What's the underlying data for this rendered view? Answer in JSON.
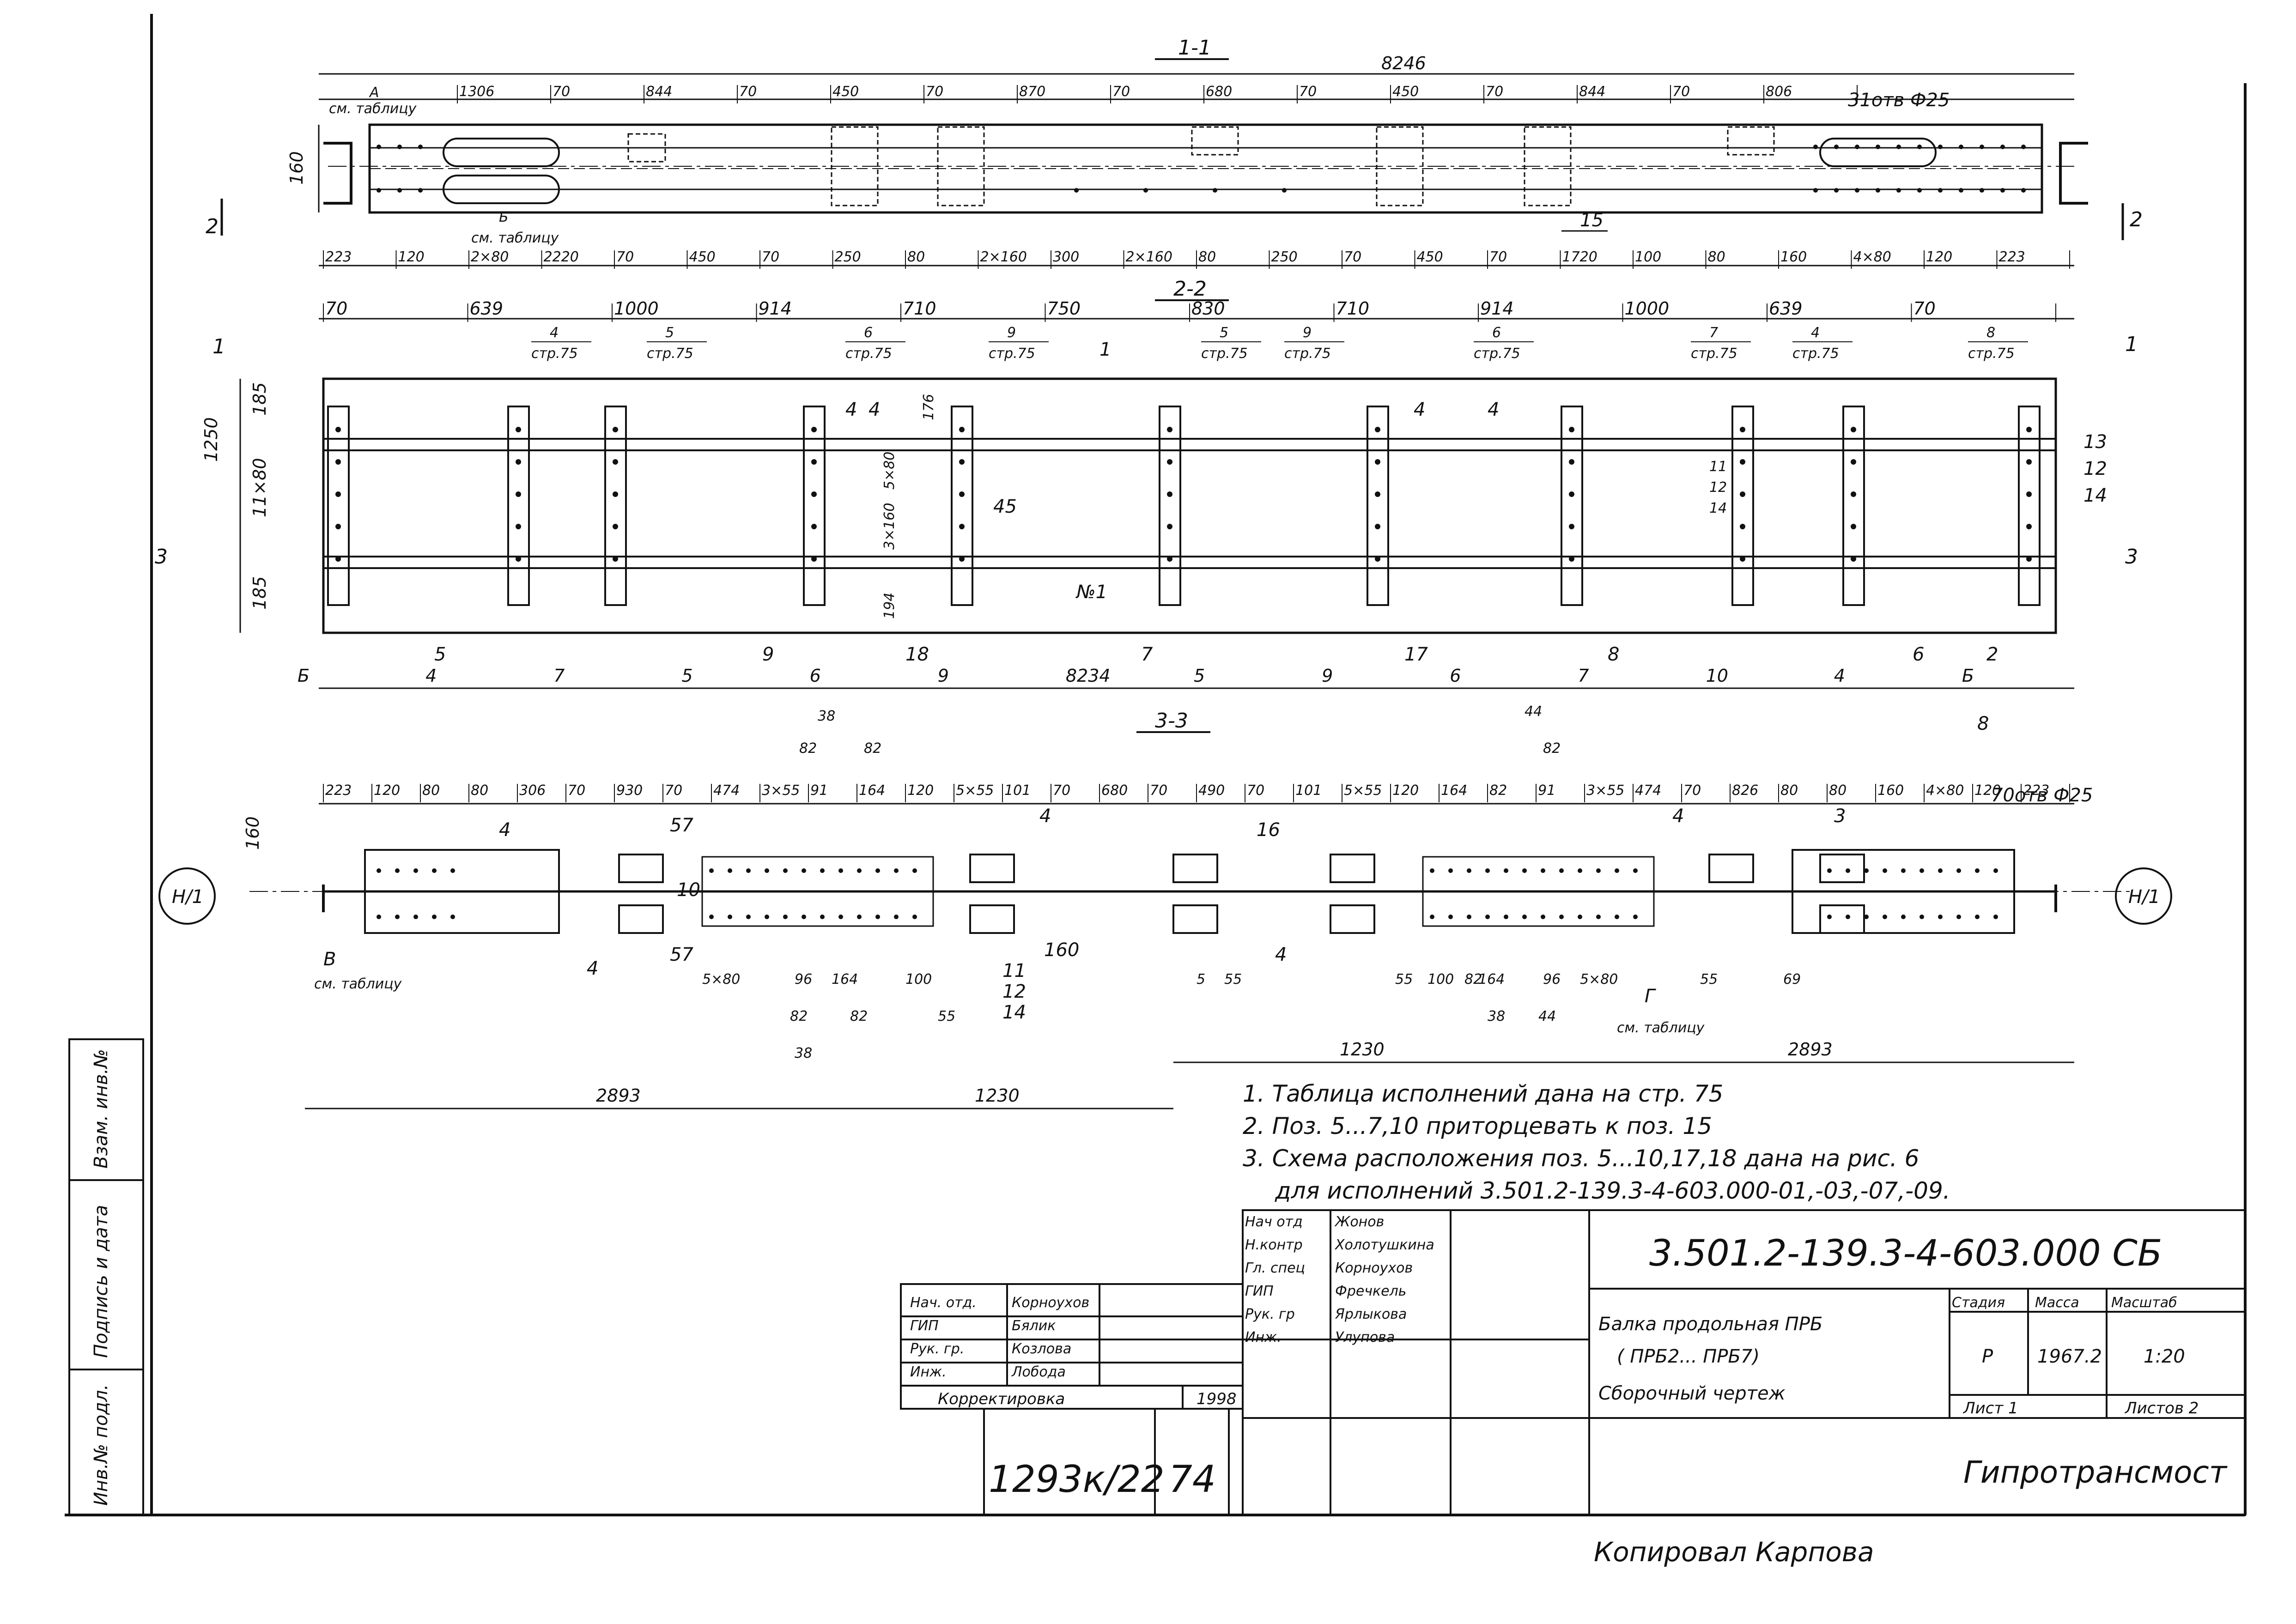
{
  "top_total": "8246",
  "sections": {
    "s11": "1-1",
    "s22": "2-2",
    "s33": "3-3"
  },
  "cut_marks": {
    "c1": "1",
    "c2": "2",
    "c3": "3"
  },
  "view1": {
    "left_A": "А",
    "see_table_top": "см. таблицу",
    "see_table_bot": "см. таблицу",
    "label_B": "Б",
    "height": "160",
    "bars": "31отв Ф25",
    "pos15": "15",
    "top_dims": [
      "1306",
      "70",
      "844",
      "70",
      "450",
      "70",
      "870",
      "70",
      "680",
      "70",
      "450",
      "70",
      "844",
      "70",
      "806"
    ],
    "bot_dims": [
      "223",
      "120",
      "2×80",
      "2220",
      "70",
      "450",
      "70",
      "250",
      "80",
      "2×160",
      "300",
      "2×160",
      "80",
      "250",
      "70",
      "450",
      "70",
      "1720",
      "100",
      "80",
      "160",
      "4×80",
      "120",
      "223"
    ]
  },
  "view2": {
    "top_dims": [
      "70",
      "639",
      "1000",
      "914",
      "710",
      "750",
      "830",
      "710",
      "914",
      "1000",
      "639",
      "70"
    ],
    "refs": [
      {
        "n": "4",
        "p": "стр.75"
      },
      {
        "n": "5",
        "p": "стр.75"
      },
      {
        "n": "6",
        "p": "стр.75"
      },
      {
        "n": "9",
        "p": "стр.75"
      },
      {
        "n": "5",
        "p": "стр.75"
      },
      {
        "n": "9",
        "p": "стр.75"
      },
      {
        "n": "6",
        "p": "стр.75"
      },
      {
        "n": "7",
        "p": "стр.75"
      },
      {
        "n": "4",
        "p": "стр.75"
      },
      {
        "n": "8",
        "p": "стр.75"
      }
    ],
    "left_dims": [
      "185",
      "1250",
      "11×80",
      "185"
    ],
    "inner": [
      "176",
      "3×160",
      "5×80",
      "194",
      "45",
      "1",
      "№1"
    ],
    "right_pos": [
      "13",
      "12",
      "14"
    ],
    "mid_pos": [
      "11",
      "12",
      "14"
    ],
    "top_pos": [
      "4",
      "4",
      "4",
      "4"
    ],
    "bottom_pos": [
      "5",
      "9",
      "18",
      "7",
      "17",
      "8",
      "6",
      "2"
    ],
    "bottom_row": [
      "Б",
      "4",
      "7",
      "5",
      "6",
      "9",
      "8234",
      "5",
      "9",
      "6",
      "7",
      "10",
      "4",
      "Б"
    ]
  },
  "view3": {
    "top_dims": [
      "223",
      "120",
      "80",
      "80",
      "306",
      "70",
      "930",
      "70",
      "474",
      "3×55",
      "91",
      "164",
      "120",
      "5×55",
      "101",
      "70",
      "680",
      "70",
      "490",
      "70",
      "101",
      "5×55",
      "120",
      "164",
      "82",
      "91",
      "3×55",
      "474",
      "70",
      "826",
      "80",
      "80",
      "160",
      "4×80",
      "120",
      "223"
    ],
    "upper_small": [
      "38",
      "82",
      "82",
      "44",
      "82"
    ],
    "bars": "70отв Ф25",
    "height": "160",
    "axis": "Н/1",
    "see_table_left": "см. таблицу",
    "see_table_right": "см. таблицу",
    "label_V": "В",
    "label_G": "Г",
    "pos": [
      "4",
      "4",
      "4",
      "4",
      "4",
      "3",
      "16",
      "8",
      "11",
      "12",
      "14",
      "57",
      "57",
      "10",
      "160"
    ],
    "bottom_dims": [
      "5×80",
      "96",
      "164",
      "100",
      "82",
      "82",
      "55",
      "38",
      "5",
      "55",
      "55",
      "100",
      "82",
      "164",
      "96",
      "5×80",
      "55",
      "69",
      "38",
      "44"
    ],
    "spans": [
      "2893",
      "1230",
      "1230",
      "2893"
    ]
  },
  "notes": [
    "1. Таблица исполнений дана на стр. 75",
    "2. Поз. 5...7,10 приторцевать к поз. 15",
    "3. Схема расположения поз. 5...10,17,18 дана на рис. 6",
    "для исполнений 3.501.2-139.3-4-603.000-01,-03,-07,-09."
  ],
  "title_block": {
    "code": "3.501.2-139.3-4-603.000 СБ",
    "title_lines": [
      "Балка продольная ПРБ",
      "( ПРБ2... ПРБ7)",
      "Сборочный чертеж"
    ],
    "stage_h": "Стадия",
    "mass_h": "Масса",
    "scale_h": "Масштаб",
    "stage": "Р",
    "mass": "1967.2",
    "scale": "1:20",
    "sheet": "Лист 1",
    "sheets": "Листов 2",
    "org": "Гипротрансмост",
    "staff": [
      {
        "role": "Нач отд",
        "name": "Жонов"
      },
      {
        "role": "Н.контр",
        "name": "Холотушкина"
      },
      {
        "role": "Гл. спец",
        "name": "Корноухов"
      },
      {
        "role": "ГИП",
        "name": "Фречкель"
      },
      {
        "role": "Рук. гр",
        "name": "Ярлыкова"
      },
      {
        "role": "Инж.",
        "name": "Улупова"
      }
    ],
    "staff2": [
      {
        "role": "Нач. отд.",
        "name": "Корноухов"
      },
      {
        "role": "ГИП",
        "name": "Бялик"
      },
      {
        "role": "Рук. гр.",
        "name": "Козлова"
      },
      {
        "role": "Инж.",
        "name": "Лобода"
      }
    ],
    "correction": "Корректировка",
    "year": "1998",
    "archive": "1293к/22",
    "page": "74"
  },
  "margin_labels": [
    "Взам. инв.№",
    "Подпись и дата",
    "Инв.№ подл."
  ],
  "copied": "Копировал   Карпова"
}
